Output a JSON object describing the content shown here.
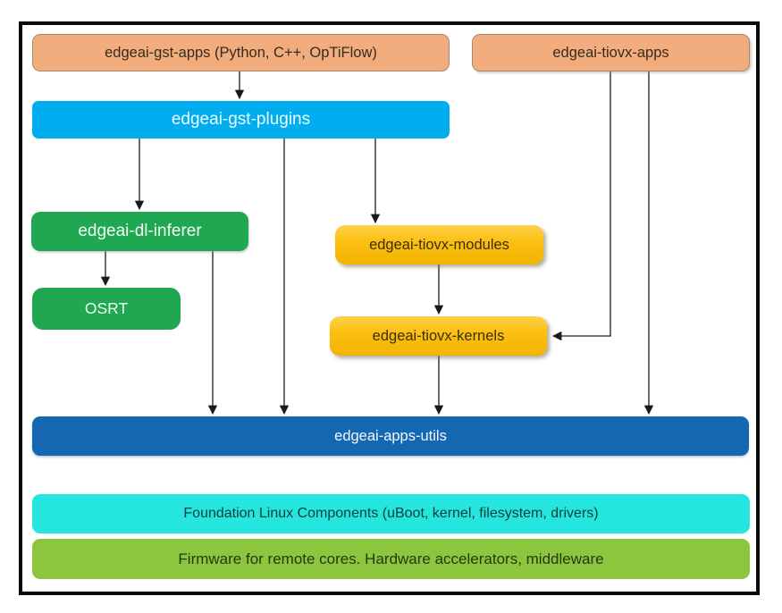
{
  "diagram": {
    "nodes": {
      "gst_apps": {
        "label": "edgeai-gst-apps (Python, C++, OpTiFlow)",
        "color": "#f1ad7e",
        "text_color": "#392a1c"
      },
      "tiovx_apps": {
        "label": "edgeai-tiovx-apps",
        "color": "#f1ad7e",
        "text_color": "#392a1c"
      },
      "gst_plugins": {
        "label": "edgeai-gst-plugins",
        "color": "#00aeef",
        "text_color": "#ffffff"
      },
      "dl_inferer": {
        "label": "edgeai-dl-inferer",
        "color": "#1fa751",
        "text_color": "#ffffff"
      },
      "osrt": {
        "label": "OSRT",
        "color": "#1fa751",
        "text_color": "#ffffff"
      },
      "tiovx_modules": {
        "label": "edgeai-tiovx-modules",
        "color": "#fcc013",
        "text_color": "#3c2f08"
      },
      "tiovx_kernels": {
        "label": "edgeai-tiovx-kernels",
        "color": "#fcc013",
        "text_color": "#3c2f08"
      },
      "apps_utils": {
        "label": "edgeai-apps-utils",
        "color": "#1567b2",
        "text_color": "#ffffff"
      },
      "foundation_linux": {
        "label": "Foundation Linux Components (uBoot, kernel, filesystem, drivers)",
        "color": "#24e6df",
        "text_color": "#0e3c3a"
      },
      "firmware": {
        "label": "Firmware for remote cores. Hardware accelerators, middleware",
        "color": "#8cc63e",
        "text_color": "#263813"
      }
    },
    "edges": [
      {
        "from": "gst_apps",
        "to": "gst_plugins"
      },
      {
        "from": "gst_plugins",
        "to": "dl_inferer"
      },
      {
        "from": "gst_plugins",
        "to": "apps_utils"
      },
      {
        "from": "gst_plugins",
        "to": "tiovx_modules"
      },
      {
        "from": "dl_inferer",
        "to": "osrt"
      },
      {
        "from": "dl_inferer",
        "to": "apps_utils"
      },
      {
        "from": "tiovx_modules",
        "to": "tiovx_kernels"
      },
      {
        "from": "tiovx_kernels",
        "to": "apps_utils"
      },
      {
        "from": "tiovx_apps",
        "to": "tiovx_kernels"
      },
      {
        "from": "tiovx_apps",
        "to": "apps_utils"
      }
    ],
    "border_color": "#0a0a0a",
    "arrow_color": "#1a1a1a"
  }
}
